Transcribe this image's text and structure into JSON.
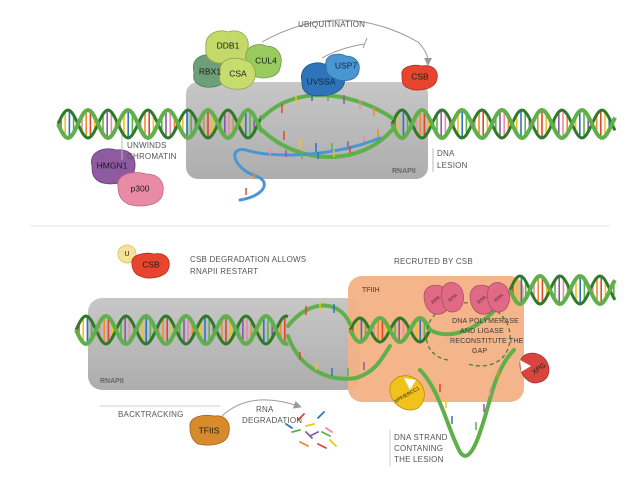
{
  "panel_top": {
    "proteins": {
      "ddb1": "DDB1",
      "rbx1": "RBX1",
      "csa": "CSA",
      "cul4": "CUL4",
      "uvssa": "UVSSA",
      "usp7": "USP7",
      "csb": "CSB",
      "hmgn1": "HMGN1",
      "p300": "p300"
    },
    "labels": {
      "ubiquitination": "UBIQUITINATION",
      "unwinds_1": "UNWINDS",
      "unwinds_2": "CHROMATIN",
      "dna_1": "DNA",
      "dna_2": "LESION",
      "rnapii": "RNAPII"
    }
  },
  "panel_bottom": {
    "proteins": {
      "u": "U",
      "csb": "CSB",
      "tfiis": "TFIIS",
      "rpa_1": "RPA",
      "rpa_2": "RPA",
      "rpa_3": "RPA",
      "rpa_4": "RPA",
      "xpg": "XPG",
      "xpf": "XPF/ERCC1"
    },
    "labels": {
      "csb_deg_1": "CSB DEGRADATION ALLOWS",
      "csb_deg_2": "RNAPII RESTART",
      "recruited": "RECRUTED BY CSB",
      "tfiih": "TFIIH",
      "rnapii": "RNAPII",
      "backtracking": "BACKTRACKING",
      "rna_1": "RNA",
      "rna_2": "DEGRADATION",
      "poly_1": "DNA POLYMERASE",
      "poly_2": "AND LIGASE",
      "poly_3": "RECONSTITUTE THE",
      "poly_4": "GAP",
      "strand_1": "DNA STRAND",
      "strand_2": "CONTANING",
      "strand_3": "THE LESION"
    }
  },
  "colors": {
    "dna_green": "#5fb04a",
    "dna_dark": "#2f7a2a",
    "rnapii_box": "#b3b3b3",
    "tfiih_box": "#f2b183",
    "ddb1": "#c5d96a",
    "rbx1": "#6f9e7a",
    "csa": "#c7dc6e",
    "cul4": "#9acb5f",
    "uvssa": "#2f74b8",
    "usp7": "#4a96d2",
    "csb": "#e8452e",
    "hmgn1": "#8e5aa0",
    "p300": "#e98aa6",
    "tfiis": "#d98a2d",
    "rpa": "#e06a86",
    "xpg": "#d8453f",
    "xpf": "#f2c21c",
    "ubiquitin": "#f7e29a"
  }
}
